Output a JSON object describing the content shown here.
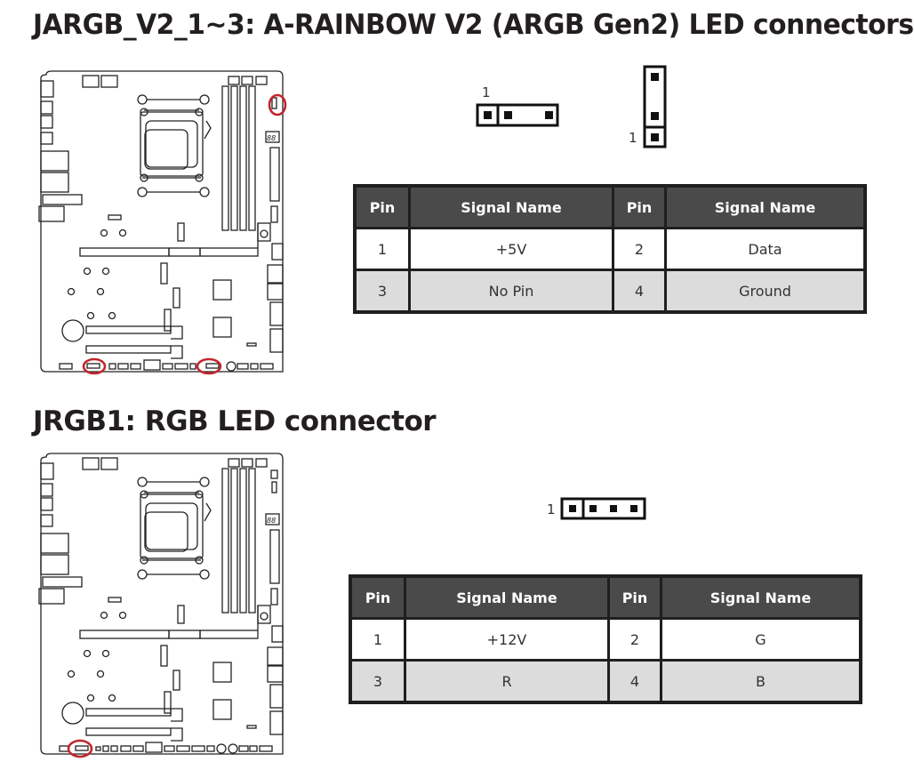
{
  "sections": [
    {
      "title": "JARGB_V2_1~3: A-RAINBOW V2 (ARGB Gen2) LED connectors",
      "pin1_label_horizontal": "1",
      "pin1_label_vertical": "1",
      "table": {
        "headers": [
          "Pin",
          "Signal Name",
          "Pin",
          "Signal Name"
        ],
        "rows": [
          [
            "1",
            "+5V",
            "2",
            "Data"
          ],
          [
            "3",
            "No Pin",
            "4",
            "Ground"
          ]
        ]
      },
      "highlight_count": 3
    },
    {
      "title": "JRGB1: RGB LED connector",
      "pin1_label": "1",
      "table": {
        "headers": [
          "Pin",
          "Signal Name",
          "Pin",
          "Signal Name"
        ],
        "rows": [
          [
            "1",
            "+12V",
            "2",
            "G"
          ],
          [
            "3",
            "R",
            "4",
            "B"
          ]
        ]
      },
      "highlight_count": 1
    }
  ],
  "board_debug_display": "88",
  "colors": {
    "highlight": "#c0272d",
    "header_bg": "#4a4a4a",
    "row_alt_bg": "#dcdcdc",
    "border": "#1f1f1f"
  }
}
